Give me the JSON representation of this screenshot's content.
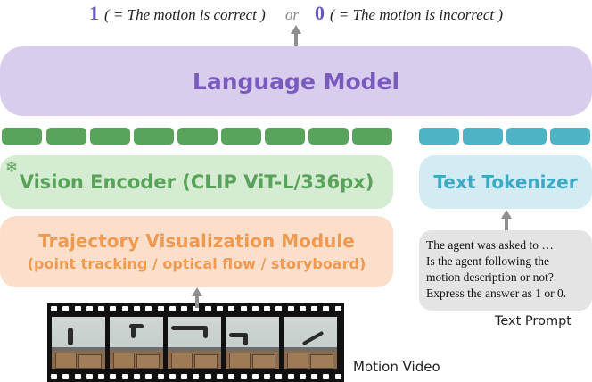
{
  "output": {
    "one": "1",
    "one_desc": "( = The motion is correct )",
    "or": "or",
    "zero": "0",
    "zero_desc": "( = The motion is incorrect )"
  },
  "language_model": "Language Model",
  "vision_encoder": "Vision Encoder (CLIP ViT-L/336px)",
  "frozen_icon": "snowflake-icon",
  "text_tokenizer": "Text Tokenizer",
  "trajectory_module": {
    "title": "Trajectory Visualization Module",
    "subtitle": "(point tracking / optical flow / storyboard)"
  },
  "text_prompt": {
    "lines": [
      "The agent was asked to …",
      "Is the agent following the",
      "motion description or not?",
      "Express the answer as 1 or 0."
    ],
    "caption": "Text Prompt"
  },
  "motion_video_caption": "Motion Video",
  "colors": {
    "language_model_bg": "#d9cdee",
    "vision_encoder_bg": "#d5ebd2",
    "text_tokenizer_bg": "#d3ecf3",
    "trajectory_bg": "#fcdfca",
    "visual_token": "#5aa35c",
    "text_token": "#4fb3c6"
  }
}
